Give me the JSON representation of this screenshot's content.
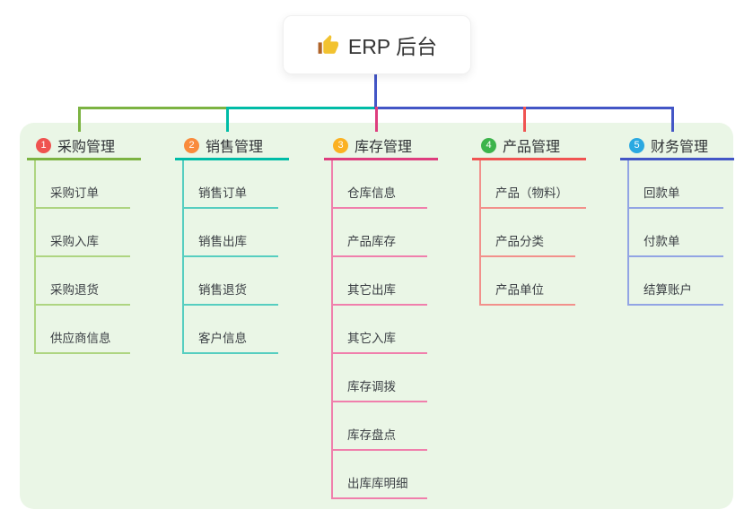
{
  "root": {
    "label": "ERP 后台",
    "icon": "thumbs-up-icon"
  },
  "colors": {
    "page_bg": "#ffffff",
    "panel_bg": "#eaf6e6",
    "card_bg": "#ffffff",
    "card_border": "#f0f0f0",
    "root_line": "#4356c6",
    "title_text": "#303336",
    "child_text": "#3c4045",
    "root_text": "#333333"
  },
  "branches": [
    {
      "num": "1",
      "label": "采购管理",
      "badge_color": "#ef5350",
      "line_color": "#7cb342",
      "child_line_color": "#aed581",
      "children": [
        "采购订单",
        "采购入库",
        "采购退货",
        "供应商信息"
      ]
    },
    {
      "num": "2",
      "label": "销售管理",
      "badge_color": "#f98b3c",
      "line_color": "#00bca7",
      "child_line_color": "#56cec0",
      "children": [
        "销售订单",
        "销售出库",
        "销售退货",
        "客户信息"
      ]
    },
    {
      "num": "3",
      "label": "库存管理",
      "badge_color": "#fbb122",
      "line_color": "#de3d7e",
      "child_line_color": "#f07fac",
      "children": [
        "仓库信息",
        "产品库存",
        "其它出库",
        "其它入库",
        "库存调拨",
        "库存盘点",
        "出库库明细"
      ]
    },
    {
      "num": "4",
      "label": "产品管理",
      "badge_color": "#3db44c",
      "line_color": "#f05452",
      "child_line_color": "#f2908b",
      "children": [
        "产品（物料）",
        "产品分类",
        "产品单位"
      ]
    },
    {
      "num": "5",
      "label": "财务管理",
      "badge_color": "#2ba9e1",
      "line_color": "#4356c6",
      "child_line_color": "#92a4e4",
      "children": [
        "回款单",
        "付款单",
        "结算账户"
      ]
    }
  ]
}
